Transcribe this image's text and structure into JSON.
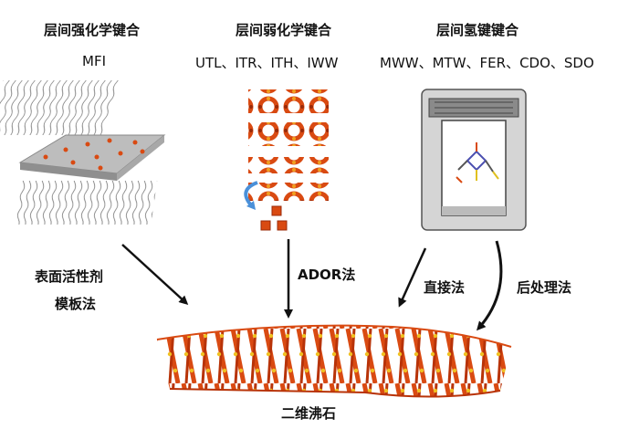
{
  "columns": [
    {
      "heading": "层间强化学键合",
      "examples": "MFI"
    },
    {
      "heading": "层间弱化学键合",
      "examples": "UTL、ITR、ITH、IWW"
    },
    {
      "heading": "层间氢键键合",
      "examples": "MWW、MTW、FER、CDO、SDO"
    }
  ],
  "methods": {
    "surfactant_line1": "表面活性剂",
    "surfactant_line2": "模板法",
    "ador": "ADOR法",
    "direct": "直接法",
    "post": "后处理法"
  },
  "result": "二维沸石",
  "colors": {
    "framework": "#d94a12",
    "framework_dark": "#9a2a08",
    "framework_light": "#f0a020",
    "slab": "#c9c9c9",
    "arrow": "#111111",
    "curl_arrow": "#4a90d9"
  }
}
